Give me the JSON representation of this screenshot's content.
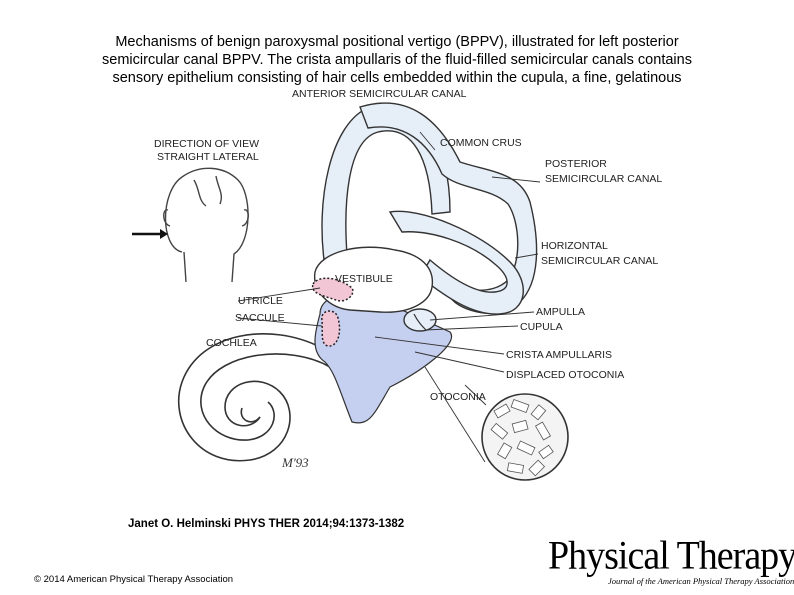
{
  "caption": {
    "line1": "Mechanisms of benign paroxysmal positional vertigo (BPPV), illustrated for left posterior",
    "line2": "semicircular canal BPPV. The crista ampullaris of the fluid-filled semicircular canals contains",
    "line3": "sensory epithelium consisting of hair cells embedded within the cupula, a fine, gelatinous"
  },
  "diagram": {
    "labels": {
      "anterior": "ANTERIOR SEMICIRCULAR CANAL",
      "direction1": "DIRECTION OF VIEW",
      "direction2": "STRAIGHT LATERAL",
      "common_crus": "COMMON CRUS",
      "posterior1": "POSTERIOR",
      "posterior2": "SEMICIRCULAR CANAL",
      "horizontal1": "HORIZONTAL",
      "horizontal2": "SEMICIRCULAR CANAL",
      "vestibule": "VESTIBULE",
      "utricle": "UTRICLE",
      "saccule": "SACCULE",
      "cochlea": "COCHLEA",
      "ampulla": "AMPULLA",
      "cupula": "CUPULA",
      "crista": "CRISTA AMPULLARIS",
      "displaced": "DISPLACED OTOCONIA",
      "otoconia": "OTOCONIA"
    },
    "signature": "M'93",
    "colors": {
      "canal": "#e6eef8",
      "endolymph": "#c5cff0",
      "sac": "#f3c6d6",
      "outline": "#333333"
    }
  },
  "citation": "Janet O. Helminski PHYS THER 2014;94:1373-1382",
  "copyright": "© 2014 American Physical Therapy Association",
  "logo": {
    "title": "Physical Therapy",
    "subtitle": "Journal of the American Physical Therapy Association"
  }
}
